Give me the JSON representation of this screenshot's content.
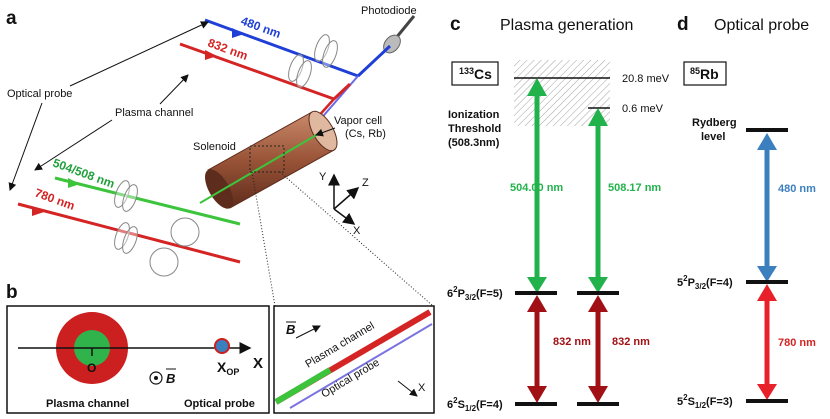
{
  "panel_letters": {
    "a": "a",
    "b": "b",
    "c": "c",
    "d": "d"
  },
  "panel_a": {
    "wavelength_480": "480 nm",
    "wavelength_832": "832 nm",
    "wavelength_504_508": "504/508 nm",
    "wavelength_780": "780 nm",
    "photodiode": "Photodiode",
    "optical_probe": "Optical probe",
    "plasma_channel": "Plasma channel",
    "solenoid": "Solenoid",
    "vapor_cell_line1": "Vapor cell",
    "vapor_cell_line2": "(Cs, Rb)",
    "axis_x": "X",
    "axis_y": "Y",
    "axis_z": "Z"
  },
  "panel_b": {
    "x_axis": "X",
    "origin": "O",
    "probe_pos_main": "X",
    "probe_pos_sub": "OP",
    "field_symbol": "B",
    "plasma_channel_label": "Plasma channel",
    "optical_probe_label": "Optical probe",
    "inset_field": "B",
    "inset_plasma": "Plasma channel",
    "inset_probe": "Optical probe",
    "inset_x": "X"
  },
  "panel_c": {
    "title": "Plasma generation",
    "isotope_mass": "133",
    "isotope_symbol": "Cs",
    "level_20_8": "20.8 meV",
    "level_0_6": "0.6 meV",
    "ionization_line1": "Ionization",
    "ionization_line2": "Threshold",
    "ionization_line3": "(508.3nm)",
    "transition_504": "504.00 nm",
    "transition_508": "508.17 nm",
    "state_p": {
      "main": "6",
      "sup": "2",
      "letter": "P",
      "sub": "3/2",
      "tail": "(F=5)"
    },
    "state_s": {
      "main": "6",
      "sup": "2",
      "letter": "S",
      "sub": "1/2",
      "tail": "(F=4)"
    },
    "transition_832_left": "832 nm",
    "transition_832_right": "832 nm"
  },
  "panel_d": {
    "title": "Optical probe",
    "isotope_mass": "85",
    "isotope_symbol": "Rb",
    "rydberg_line1": "Rydberg",
    "rydberg_line2": "level",
    "transition_480": "480 nm",
    "state_p": {
      "main": "5",
      "sup": "2",
      "letter": "P",
      "sub": "3/2",
      "tail": "(F=4)"
    },
    "transition_780": "780 nm",
    "state_s": {
      "main": "5",
      "sup": "2",
      "letter": "S",
      "sub": "1/2",
      "tail": "(F=3)"
    }
  },
  "colors": {
    "blue": "#1f3fd6",
    "red": "#d42424",
    "green": "#3cc43c",
    "dark_red": "#b01818",
    "arrow_green": "#22b24c",
    "arrow_blue": "#3b7fbf",
    "arrow_red": "#e8202a",
    "arrow_dark_red": "#a01014",
    "solenoid": "#9a5438"
  }
}
